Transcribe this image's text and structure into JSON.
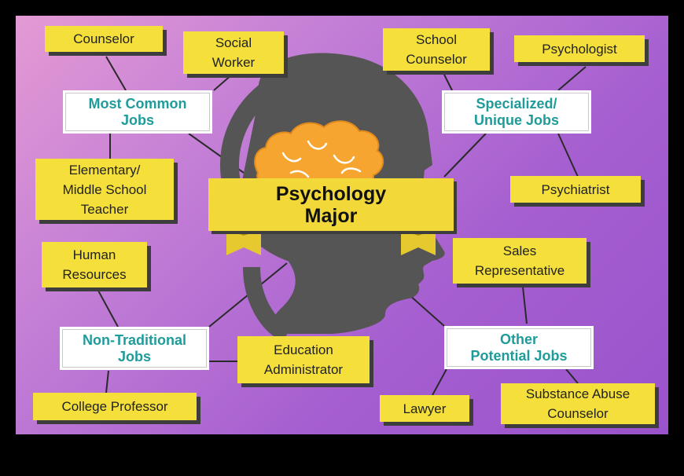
{
  "title": {
    "line1": "Psychology",
    "line2": "Major"
  },
  "categories": {
    "most_common": "Most Common\nJobs",
    "specialized": "Specialized/\nUnique Jobs",
    "non_traditional": "Non-Traditional\nJobs",
    "other_potential": "Other\nPotential Jobs"
  },
  "jobs": {
    "counselor": "Counselor",
    "social_worker": "Social\nWorker",
    "elementary_teacher": "Elementary/\nMiddle School\nTeacher",
    "school_counselor": "School\nCounselor",
    "psychologist": "Psychologist",
    "psychiatrist": "Psychiatrist",
    "human_resources": "Human\nResources",
    "college_professor": "College Professor",
    "education_administrator": "Education\nAdministrator",
    "sales_representative": "Sales\nRepresentative",
    "lawyer": "Lawyer",
    "substance_abuse_counselor": "Substance Abuse\nCounselor"
  },
  "colors": {
    "background": "#a65fd0",
    "box": "#f5df3a",
    "category_text": "#1f9b9a",
    "head": "#555555",
    "brain": "#f6a630"
  }
}
